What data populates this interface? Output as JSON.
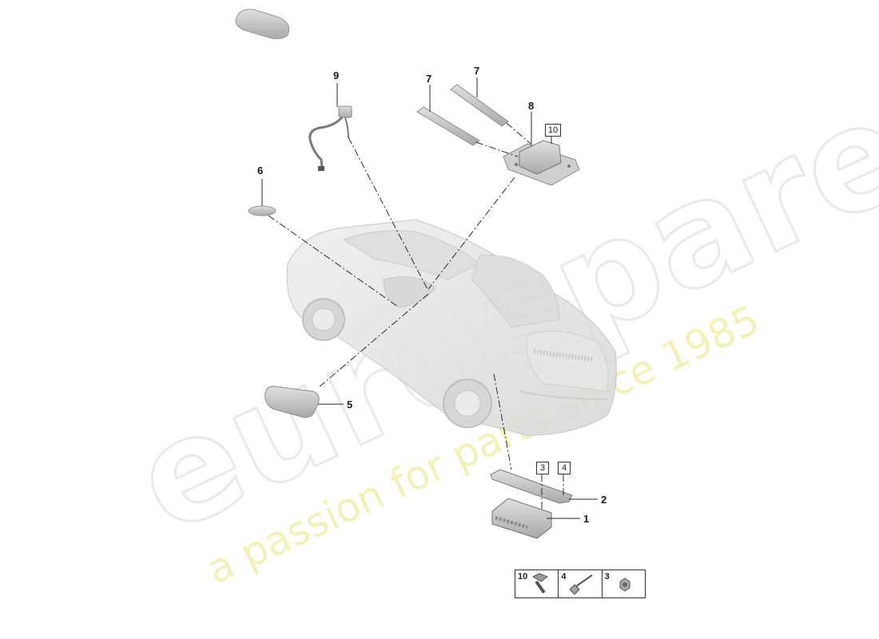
{
  "watermark": {
    "logo": "eurospares",
    "tagline": "a passion for parts since 1985"
  },
  "callouts": {
    "c9": "9",
    "c7a": "7",
    "c7b": "7",
    "c8": "8",
    "c6": "6",
    "c5": "5",
    "c2": "2",
    "c1": "1"
  },
  "boxed_refs": {
    "b10": "10",
    "b3": "3",
    "b4": "4"
  },
  "legend": {
    "items": [
      {
        "number": "10",
        "icon": "bolt-icon"
      },
      {
        "number": "4",
        "icon": "screw-icon"
      },
      {
        "number": "3",
        "icon": "nut-icon"
      }
    ]
  },
  "colors": {
    "part_fill": "#d4d4d4",
    "car_fill": "#e6e6e6",
    "line": "#2a2a2a",
    "watermark_logo": "#e9e9e9",
    "watermark_tagline": "#f1f1b8"
  }
}
